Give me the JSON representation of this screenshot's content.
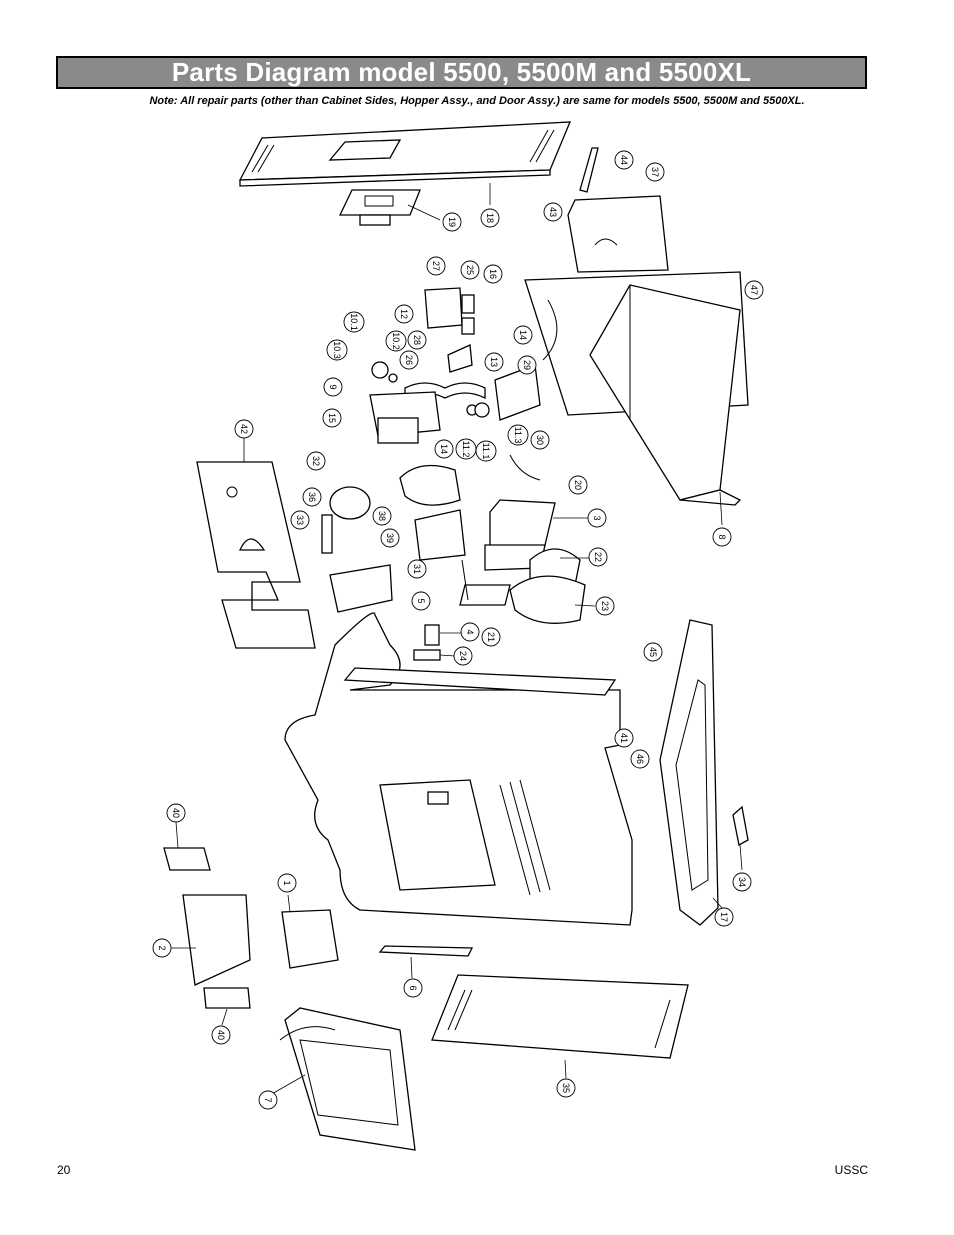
{
  "header": {
    "title": "Parts Diagram model 5500, 5500M and 5500XL",
    "note": "Note:  All repair parts (other than Cabinet Sides, Hopper Assy., and Door Assy.) are same for models 5500, 5500M and 5500XL."
  },
  "footer": {
    "page_number": "20",
    "brand": "USSC"
  },
  "diagram": {
    "callouts": [
      "44",
      "37",
      "43",
      "18",
      "19",
      "27",
      "25",
      "16",
      "47",
      "14",
      "13",
      "12",
      "10.1",
      "28",
      "26",
      "10.2",
      "10.3",
      "29",
      "9",
      "15",
      "14",
      "11.2",
      "11.1",
      "11.3",
      "30",
      "42",
      "32",
      "20",
      "36",
      "33",
      "38",
      "39",
      "3",
      "8",
      "22",
      "31",
      "5",
      "23",
      "4",
      "21",
      "24",
      "45",
      "41",
      "46",
      "40",
      "1",
      "34",
      "2",
      "6",
      "17",
      "40",
      "7",
      "35"
    ],
    "colors": {
      "title_bar": "#8a8a8a",
      "title_text": "#ffffff"
    }
  }
}
